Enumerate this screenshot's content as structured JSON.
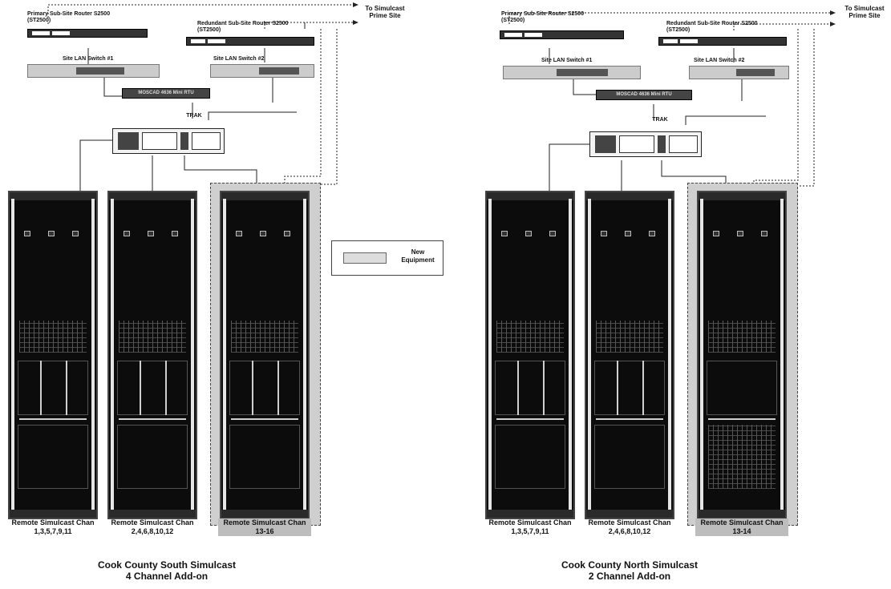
{
  "legend": {
    "label": "New Equipment"
  },
  "south": {
    "top": {
      "primary_router": "Primary Sub-Site Router S2500 (ST2500)",
      "redundant_router": "Redundant Sub-Site Router S2500 (ST2500)",
      "lan_switch_1": "Site LAN Switch #1",
      "lan_switch_2": "Site LAN Switch #2",
      "rtu": "MOSCAD 4636 Mini RTU",
      "trak": "TRAK",
      "to_label": "To Simulcast Prime Site"
    },
    "racks": [
      {
        "caption": "Remote Simulcast Chan 1,3,5,7,9,11",
        "new": false
      },
      {
        "caption": "Remote Simulcast Chan 2,4,6,8,10,12",
        "new": false
      },
      {
        "caption": "Remote Simulcast Chan 13-16",
        "new": true
      }
    ],
    "title_line1": "Cook County South Simulcast",
    "title_line2": "4 Channel Add-on"
  },
  "north": {
    "top": {
      "primary_router": "Primary Sub-Site Router S2500 (ST2500)",
      "redundant_router": "Redundant Sub-Site Router S2500 (ST2500)",
      "lan_switch_1": "Site LAN Switch #1",
      "lan_switch_2": "Site LAN Switch #2",
      "rtu": "MOSCAD 4636 Mini RTU",
      "trak": "TRAK",
      "to_label": "To Simulcast Prime Site"
    },
    "racks": [
      {
        "caption": "Remote Simulcast Chan 1,3,5,7,9,11",
        "new": false
      },
      {
        "caption": "Remote Simulcast Chan 2,4,6,8,10,12",
        "new": false
      },
      {
        "caption": "Remote Simulcast Chan 13-14",
        "new": true
      }
    ],
    "title_line1": "Cook County North Simulcast",
    "title_line2": "2 Channel Add-on"
  }
}
